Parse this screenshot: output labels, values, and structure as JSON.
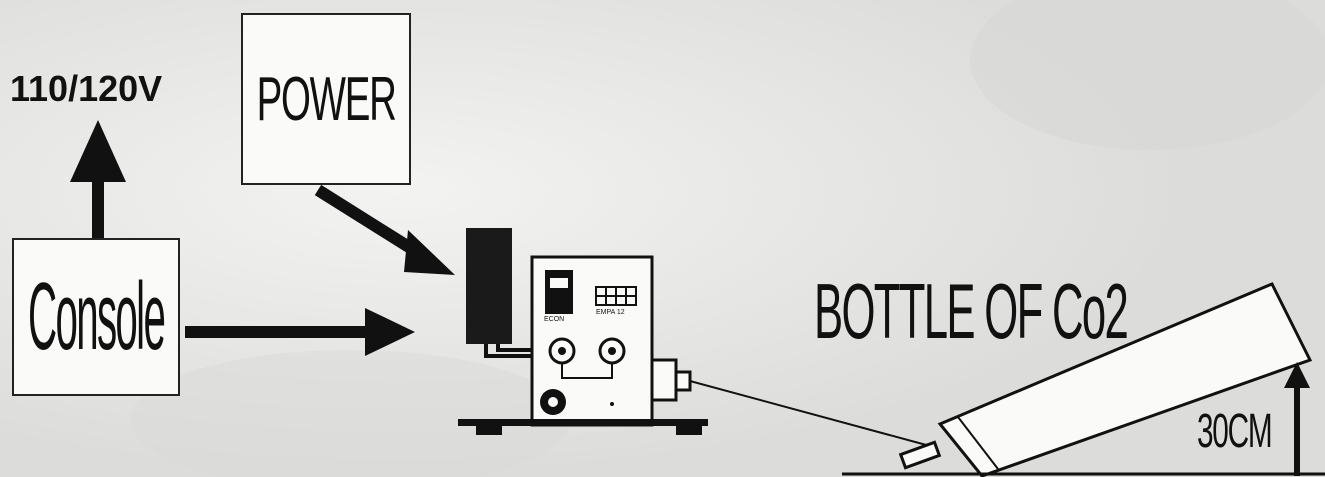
{
  "labels": {
    "voltage": "110/120V",
    "power": "POWER",
    "console": "Console",
    "bottle": "BOTTLE OF Co2",
    "height": "30CM"
  },
  "machine_panel": {
    "left_label": "ECON",
    "right_label": "EMPA 12"
  },
  "colors": {
    "paper": "#e9e9e7",
    "ink": "#111111"
  }
}
